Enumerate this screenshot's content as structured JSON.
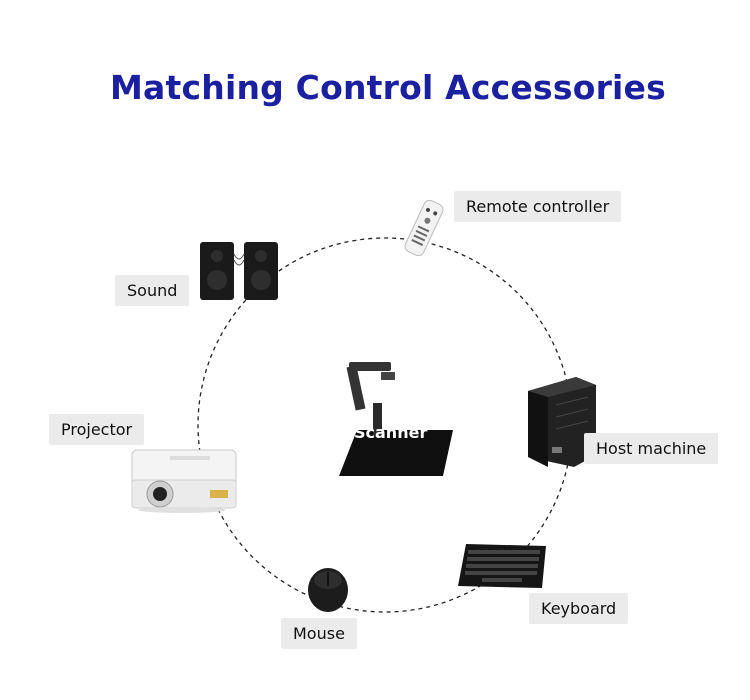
{
  "title": "Matching Control Accessories",
  "center": {
    "label": "Scanner",
    "icon": "document-camera-scanner-icon"
  },
  "accessories": [
    {
      "id": "remote",
      "label": "Remote controller",
      "icon": "remote-control-icon"
    },
    {
      "id": "sound",
      "label": "Sound",
      "icon": "speakers-icon"
    },
    {
      "id": "projector",
      "label": "Projector",
      "icon": "projector-icon"
    },
    {
      "id": "host",
      "label": "Host machine",
      "icon": "pc-tower-icon"
    },
    {
      "id": "keyboard",
      "label": "Keyboard",
      "icon": "keyboard-icon"
    },
    {
      "id": "mouse",
      "label": "Mouse",
      "icon": "mouse-icon"
    }
  ],
  "colors": {
    "title": "#1a20a0",
    "label_bg": "#ebebeb",
    "device": "#1c1c1c"
  }
}
